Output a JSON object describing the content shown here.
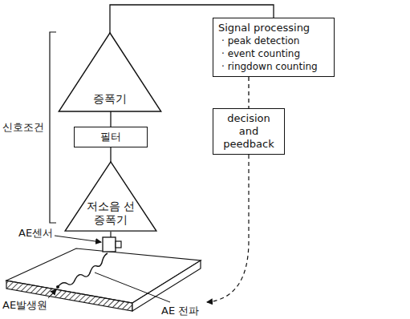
{
  "diagram": {
    "nodes": [
      {
        "text": [
          "증폭기"
        ]
      },
      {
        "text": [
          "필터"
        ]
      },
      {
        "text": [
          "저소음 선증폭기"
        ]
      },
      {
        "text": [
          "Signal processing",
          "· peak detection",
          "· event counting",
          "· ringdown counting"
        ]
      },
      {
        "text": [
          "decision and peedback"
        ]
      }
    ],
    "edges": [
      {
        "from": 2,
        "to": 1,
        "arrow": "none"
      },
      {
        "from": 1,
        "to": 0,
        "arrow": "none"
      },
      {
        "from": 0,
        "to": 3,
        "arrow": "none"
      },
      {
        "from": 3,
        "to": 4,
        "arrow": "none"
      }
    ],
    "labels": [
      "신호조건",
      "AE센서",
      "AE발생원",
      "AE 전파"
    ]
  }
}
